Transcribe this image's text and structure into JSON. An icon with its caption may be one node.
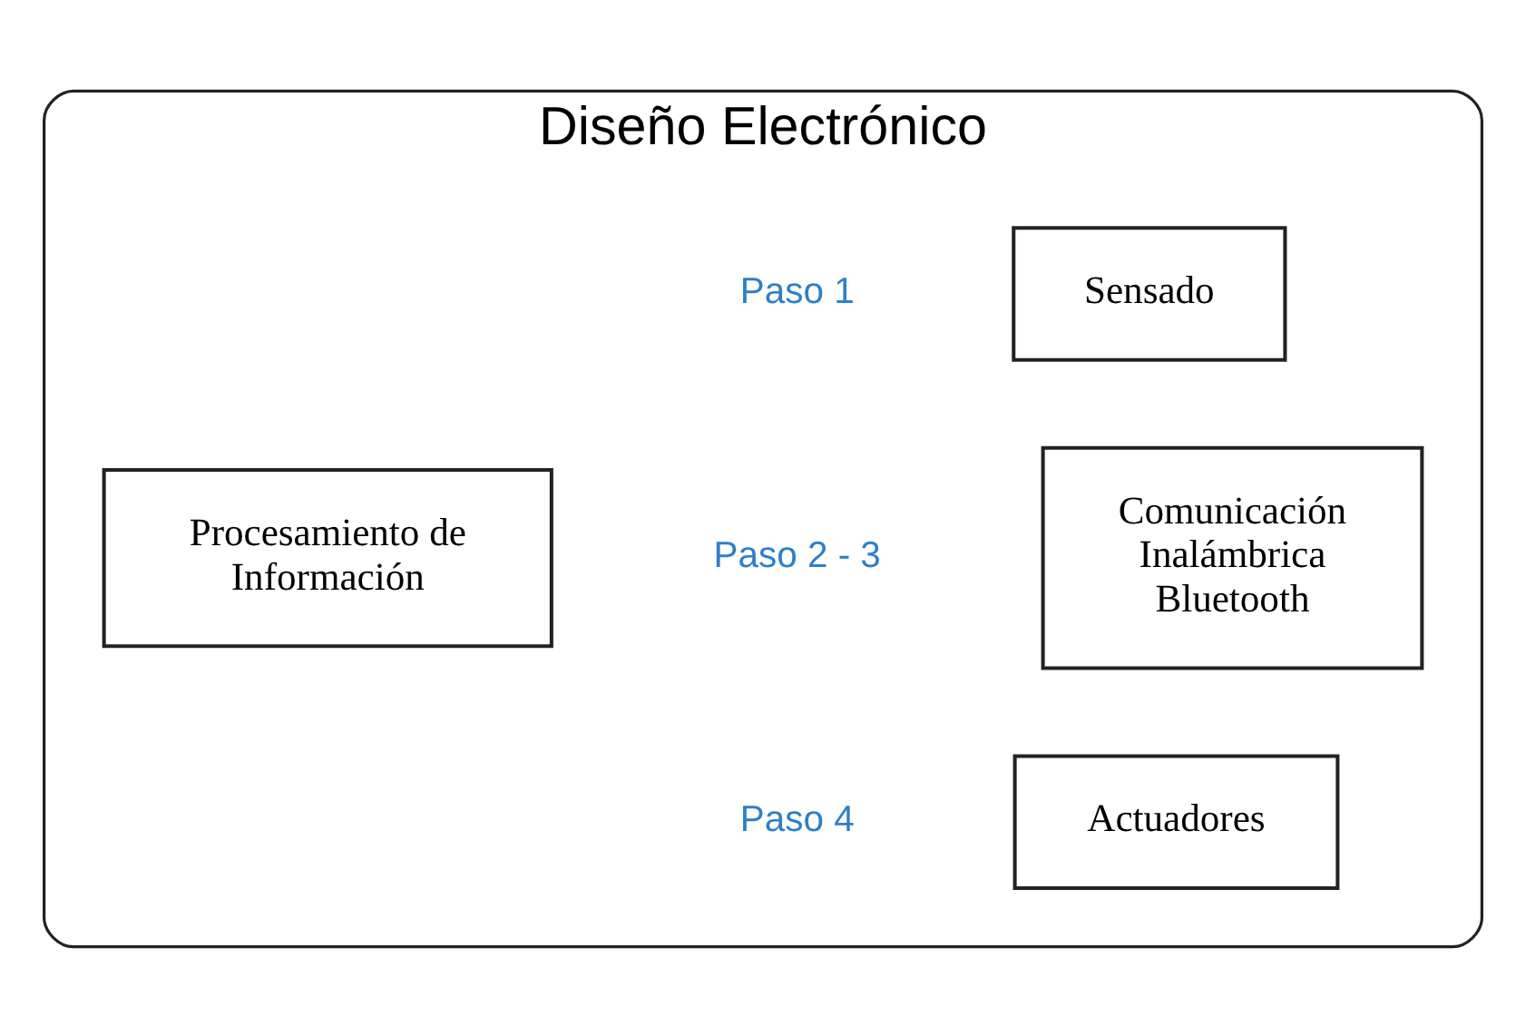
{
  "diagram": {
    "nodes": [
      {
        "text": [
          "Diseño Electrónico"
        ]
      },
      {
        "text": [
          "Sensado"
        ],
        "in": 0
      },
      {
        "text": [
          "Procesamiento de Información"
        ],
        "in": 0
      },
      {
        "text": [
          "Comunicación Inalámbrica Bluetooth"
        ],
        "in": 0
      },
      {
        "text": [
          "Actuadores"
        ],
        "in": 0
      }
    ],
    "edges": [],
    "labels": [
      "Paso 1",
      "Paso 2 - 3",
      "Paso 4"
    ]
  }
}
